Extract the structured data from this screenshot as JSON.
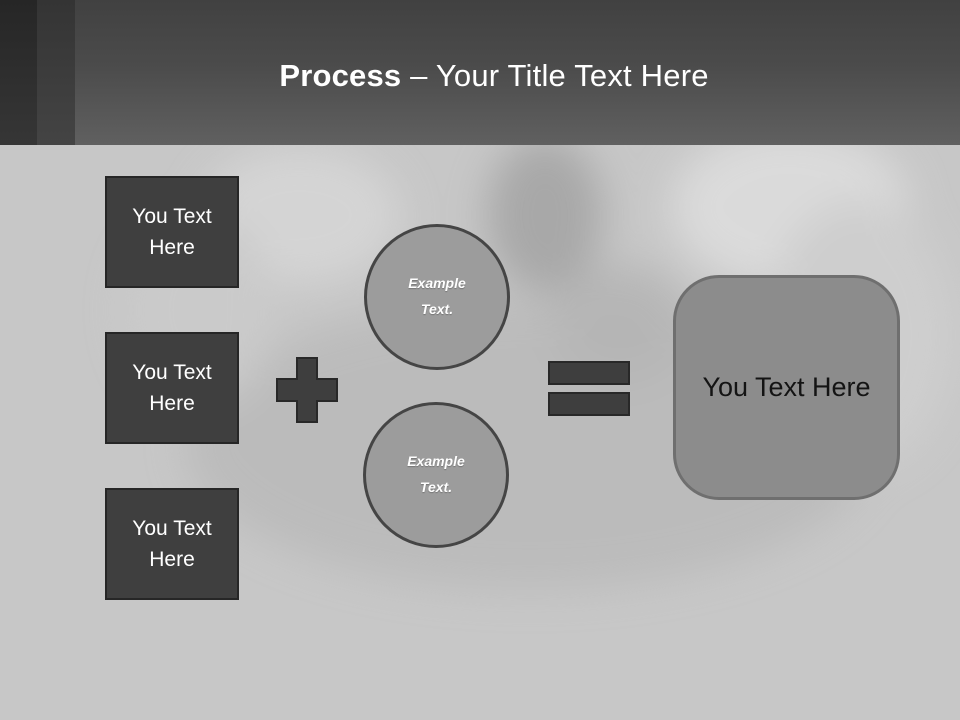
{
  "header": {
    "title_bold": "Process",
    "title_rest": " – Your Title Text Here"
  },
  "process": {
    "input_boxes": [
      {
        "label": "You Text Here"
      },
      {
        "label": "You Text Here"
      },
      {
        "label": "You Text Here"
      }
    ],
    "plus_icon": "plus-sign",
    "equals_icon": "equals-sign",
    "example_circles": [
      {
        "label": "Example Text."
      },
      {
        "label": "Example Text."
      }
    ],
    "result_box": {
      "label": "You Text Here"
    }
  },
  "colors": {
    "header_top": "#414141",
    "header_bottom": "#606060",
    "header_stripe_dark": "#2b2b2b",
    "header_stripe_mid": "#3c3c3c",
    "body_background": "#c7c7c7",
    "dark_shape_fill": "#3e3e3e",
    "dark_shape_border": "#262626",
    "circle_fill": "#9c9c9c",
    "circle_border": "#454545",
    "result_fill": "#8c8c8c",
    "result_border": "#6f6f6f",
    "title_text": "#ffffff",
    "box_text": "#ffffff",
    "result_text": "#141414"
  }
}
